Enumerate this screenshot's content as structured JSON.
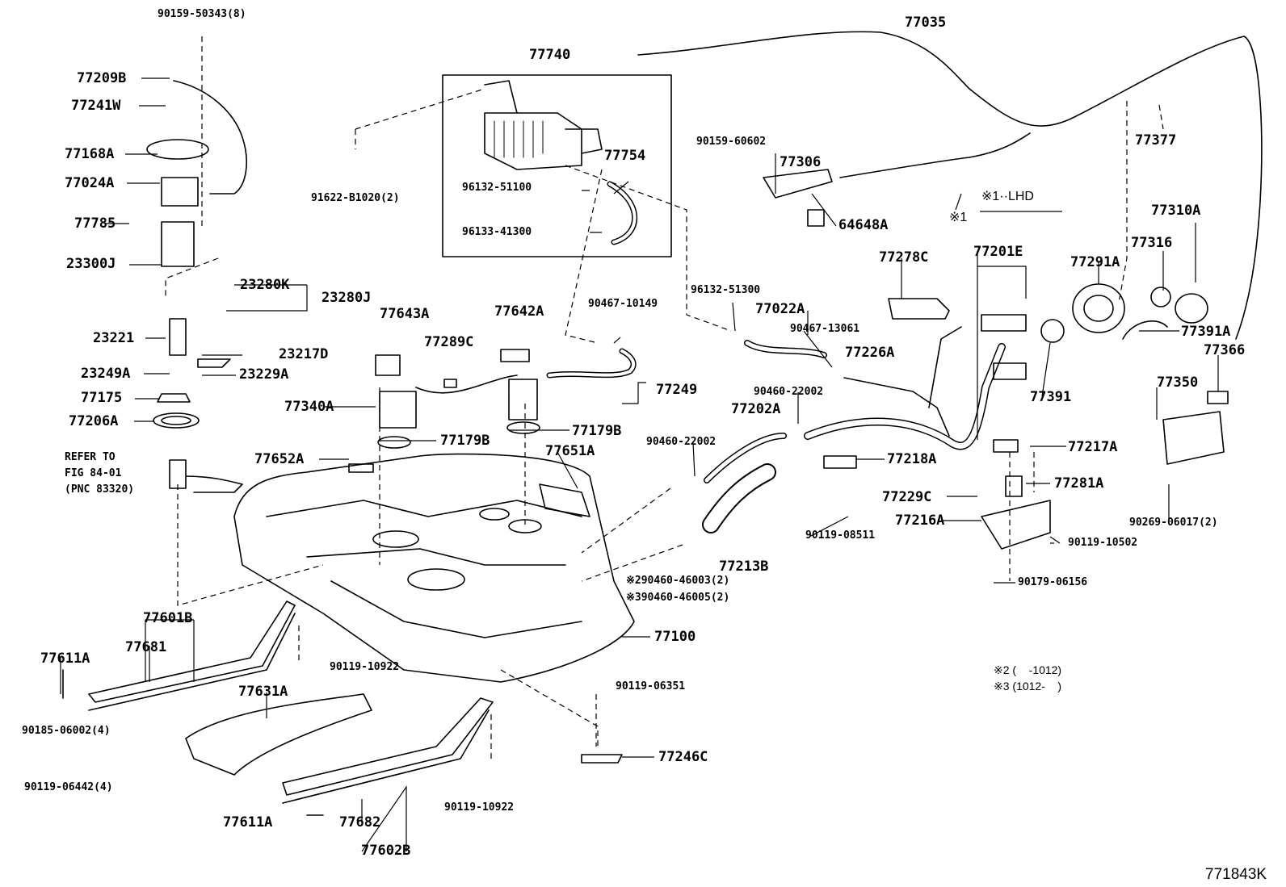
{
  "diagram": {
    "figure_code": "771843K",
    "notes": [
      "※2 (    -1012)",
      "※3 (1012-    )"
    ],
    "lhd_note": "※1··LHD",
    "lhd_marker": "※1",
    "refer_text": [
      "REFER TO",
      "FIG 84-01",
      "(PNC 83320)"
    ],
    "part_labels": [
      "77035",
      "77740",
      "77209B",
      "77241W",
      "77168A",
      "77024A",
      "77785",
      "23300J",
      "23280K",
      "23280J",
      "23221",
      "23217D",
      "23249A",
      "23229A",
      "77175",
      "77206A",
      "77754",
      "77306",
      "64648A",
      "77377",
      "77310A",
      "77316",
      "77291A",
      "77278C",
      "77201E",
      "77022A",
      "77643A",
      "77642A",
      "77289C",
      "77226A",
      "77391A",
      "77366",
      "77340A",
      "77249",
      "77391",
      "77350",
      "77202A",
      "77179B",
      "77179B",
      "77652A",
      "77651A",
      "77217A",
      "77218A",
      "77281A",
      "77229C",
      "77216A",
      "77213B",
      "77601B",
      "77681",
      "77611A",
      "77100",
      "77631A",
      "77246C",
      "77611A",
      "77682",
      "77602B"
    ],
    "hardware_labels": [
      "90159-50343(8)",
      "91622-B1020(2)",
      "96132-51100",
      "96133-41300",
      "90159-60602",
      "96132-51300",
      "90467-10149",
      "90467-13061",
      "90460-22002",
      "90460-22002",
      "90119-08511",
      "90119-10502",
      "90179-06156",
      "※290460-46003(2)",
      "※390460-46005(2)",
      "90269-06017(2)",
      "90119-10922",
      "90119-06351",
      "90185-06002(4)",
      "90119-06442(4)",
      "90119-10922"
    ]
  }
}
